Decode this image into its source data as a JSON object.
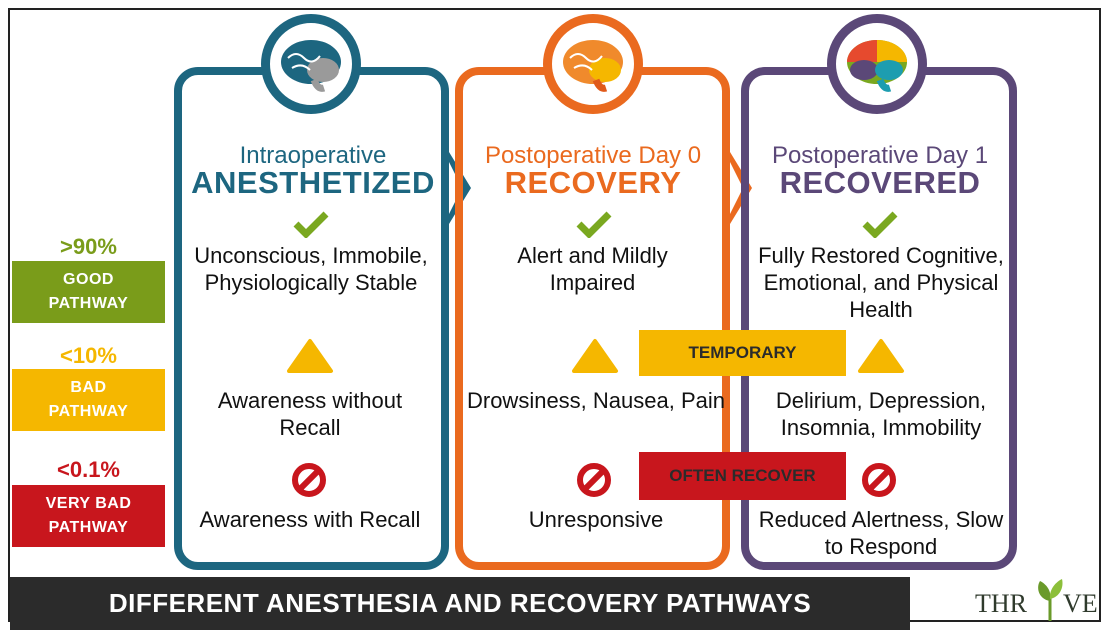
{
  "pathways": [
    {
      "percent": ">90%",
      "label_line1": "GOOD",
      "label_line2": "PATHWAY",
      "color": "#7a9c1a"
    },
    {
      "percent": "<10%",
      "label_line1": "BAD",
      "label_line2": "PATHWAY",
      "color": "#f5b700"
    },
    {
      "percent": "<0.1%",
      "label_line1": "VERY BAD",
      "label_line2": "PATHWAY",
      "color": "#c8161d"
    }
  ],
  "columns": [
    {
      "subtitle": "Intraoperative",
      "title": "ANESTHETIZED",
      "color": "#1d6680",
      "good": "Unconscious, Immobile, Physiologically Stable",
      "bad": "Awareness without Recall",
      "very_bad": "Awareness with Recall"
    },
    {
      "subtitle": "Postoperative Day 0",
      "title": "RECOVERY",
      "color": "#ea6a1f",
      "good": "Alert and Mildly Impaired",
      "bad": "Drowsiness, Nausea, Pain",
      "very_bad": "Unresponsive"
    },
    {
      "subtitle": "Postoperative Day 1",
      "title": "RECOVERED",
      "color": "#5b4878",
      "good": "Fully Restored Cognitive, Emotional, and Physical Health",
      "bad": "Delirium, Depression, Insomnia, Immobility",
      "very_bad": "Reduced Alertness, Slow to Respond"
    }
  ],
  "callouts": {
    "temporary": "TEMPORARY",
    "often_recover": "OFTEN RECOVER"
  },
  "footer": "DIFFERENT ANESTHESIA AND RECOVERY PATHWAYS",
  "logo": {
    "left": "THR",
    "right": "VE"
  },
  "colors": {
    "check": "#7aa820",
    "warning": "#f5b700",
    "prohibited": "#c8161d"
  }
}
